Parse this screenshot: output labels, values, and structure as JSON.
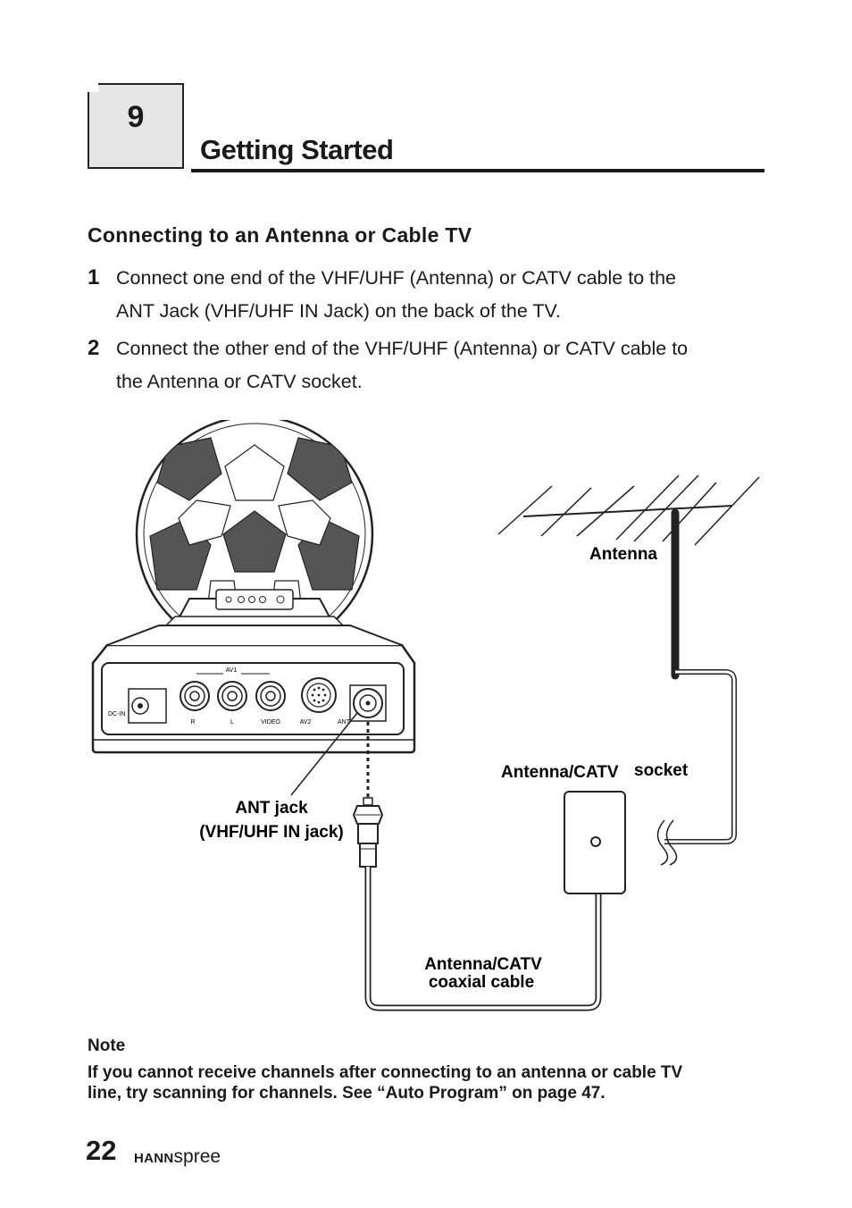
{
  "chapter": {
    "number": "9",
    "title": "Getting Started"
  },
  "section": {
    "title": "Connecting to an Antenna or Cable TV"
  },
  "steps": [
    {
      "number": "1",
      "line1": "Connect one end of the VHF/UHF (Antenna) or CATV cable to the",
      "line2": "ANT Jack (VHF/UHF IN Jack) on the back of the TV."
    },
    {
      "number": "2",
      "line1": "Connect the other end of the VHF/UHF (Antenna) or CATV cable to",
      "line2": "the Antenna or CATV socket."
    }
  ],
  "diagram": {
    "labels": {
      "antenna": "Antenna",
      "socket_a": "Antenna/CATV",
      "socket_b": "socket",
      "ant_jack_1": "ANT jack",
      "ant_jack_2": "(VHF/UHF IN jack)",
      "cable_1": "Antenna/CATV",
      "cable_2": "coaxial cable"
    },
    "panel": {
      "group": "AV1",
      "dc_in": "DC-IN",
      "r": "R",
      "l": "L",
      "video": "VIDEO",
      "av2": "AV2",
      "ant": "ANT"
    }
  },
  "note": {
    "label": "Note",
    "text_line1": "If you cannot receive channels after connecting to an antenna or cable TV",
    "text_line2": "line, try scanning for channels. See “Auto Program” on page 47."
  },
  "footer": {
    "page": "22",
    "brand_bold": "HANN",
    "brand_light": "spree"
  }
}
